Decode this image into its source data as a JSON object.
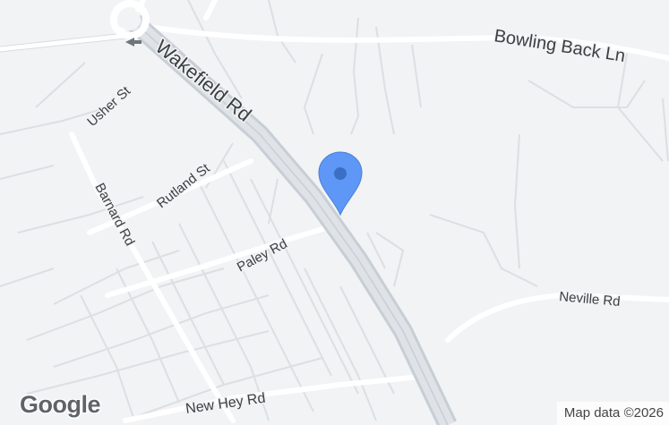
{
  "map": {
    "background": "#f1f3f4",
    "road_color": "#ffffff",
    "minor_road_color": "#dadce0",
    "main_road_color": "#c9d0d6",
    "marker_color": "#5e97f6",
    "marker_center_color": "#3b6fc4",
    "roads": {
      "wakefield_rd": "Wakefield Rd",
      "bowling_back_ln": "Bowling Back Ln",
      "usher_st": "Usher St",
      "rutland_st": "Rutland St",
      "barnard_rd": "Barnard Rd",
      "paley_rd": "Paley Rd",
      "neville_rd": "Neville Rd",
      "new_hey_rd": "New Hey Rd"
    },
    "logo_text": "Google",
    "attribution": "Map data ©2026",
    "icons": [
      "location-pin-icon",
      "direction-arrow-icon"
    ]
  }
}
